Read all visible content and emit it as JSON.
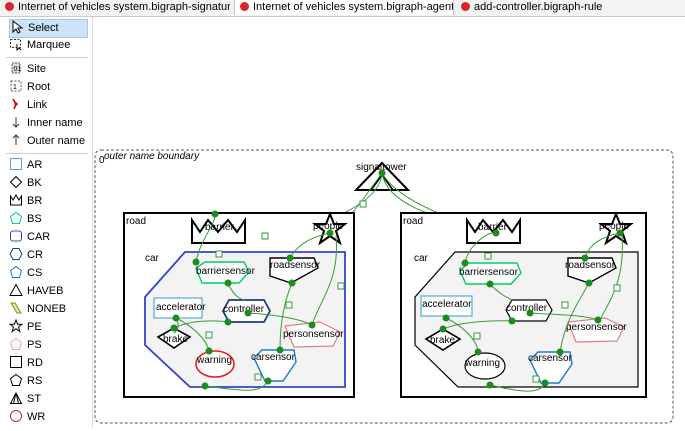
{
  "tabs": [
    {
      "label": "Internet of vehicles system.bigraph-signature"
    },
    {
      "label": "Internet of vehicles system.bigraph-agent",
      "close": "✕"
    },
    {
      "label": "add-controller.bigraph-rule"
    }
  ],
  "palette": {
    "tools": [
      {
        "label": "Select",
        "icon": "arrow-select-icon"
      },
      {
        "label": "Marquee",
        "icon": "marquee-icon"
      }
    ],
    "elements": [
      {
        "label": "Site",
        "icon": "site-icon"
      },
      {
        "label": "Root",
        "icon": "root-icon"
      },
      {
        "label": "Link",
        "icon": "link-icon"
      },
      {
        "label": "Inner name",
        "icon": "inner-name-icon"
      },
      {
        "label": "Outer name",
        "icon": "outer-name-icon"
      }
    ],
    "controls": [
      {
        "label": "AR",
        "icon": "square-icon"
      },
      {
        "label": "BK",
        "icon": "diamond-icon"
      },
      {
        "label": "BR",
        "icon": "crown-icon"
      },
      {
        "label": "BS",
        "icon": "pentagon-icon"
      },
      {
        "label": "CAR",
        "icon": "rounded-rect-icon"
      },
      {
        "label": "CR",
        "icon": "hexagon-icon"
      },
      {
        "label": "CS",
        "icon": "pentagon-icon"
      },
      {
        "label": "HAVEB",
        "icon": "triangle-icon"
      },
      {
        "label": "NONEB",
        "icon": "parallelogram-icon"
      },
      {
        "label": "PE",
        "icon": "star-icon"
      },
      {
        "label": "PS",
        "icon": "pentagon-icon"
      },
      {
        "label": "RD",
        "icon": "square-icon"
      },
      {
        "label": "RS",
        "icon": "pentagon-icon"
      },
      {
        "label": "ST",
        "icon": "signal-tower-icon"
      },
      {
        "label": "WR",
        "icon": "circle-icon"
      }
    ]
  },
  "colors": {
    "node_dot": "#1f8a1f",
    "link": "#3a9a3a",
    "car_border": "#3344cc",
    "barriersensor": "#00cc66",
    "controller": "#1a3a8a",
    "accelerator": "#5aa8d8",
    "personsensor": "#e08080",
    "warning": "#dd2222",
    "carsensor": "#1a7ad0",
    "root_border": "#555555"
  },
  "diagram": {
    "root_index": "0",
    "root_placeholder": "outer name boundary",
    "signaltower": "signaltower",
    "systems": [
      {
        "road": "road",
        "barrier": "barrier",
        "people": "people",
        "car": "car",
        "barriersensor": "barriersensor",
        "roadsensor": "roadsensor",
        "accelerator": "accelerator",
        "controller": "controller",
        "personsensor": "personsensor",
        "brake": "brake",
        "warning": "warning",
        "carsensor": "carsensor"
      },
      {
        "road": "road",
        "barrier": "barrier",
        "people": "people",
        "car": "car",
        "barriersensor": "barriersensor",
        "roadsensor": "roadsensor",
        "accelerator": "accelerator",
        "controller": "controller",
        "personsensor": "personsensor",
        "brake": "brake",
        "warning": "warning",
        "carsensor": "carsensor"
      }
    ]
  }
}
